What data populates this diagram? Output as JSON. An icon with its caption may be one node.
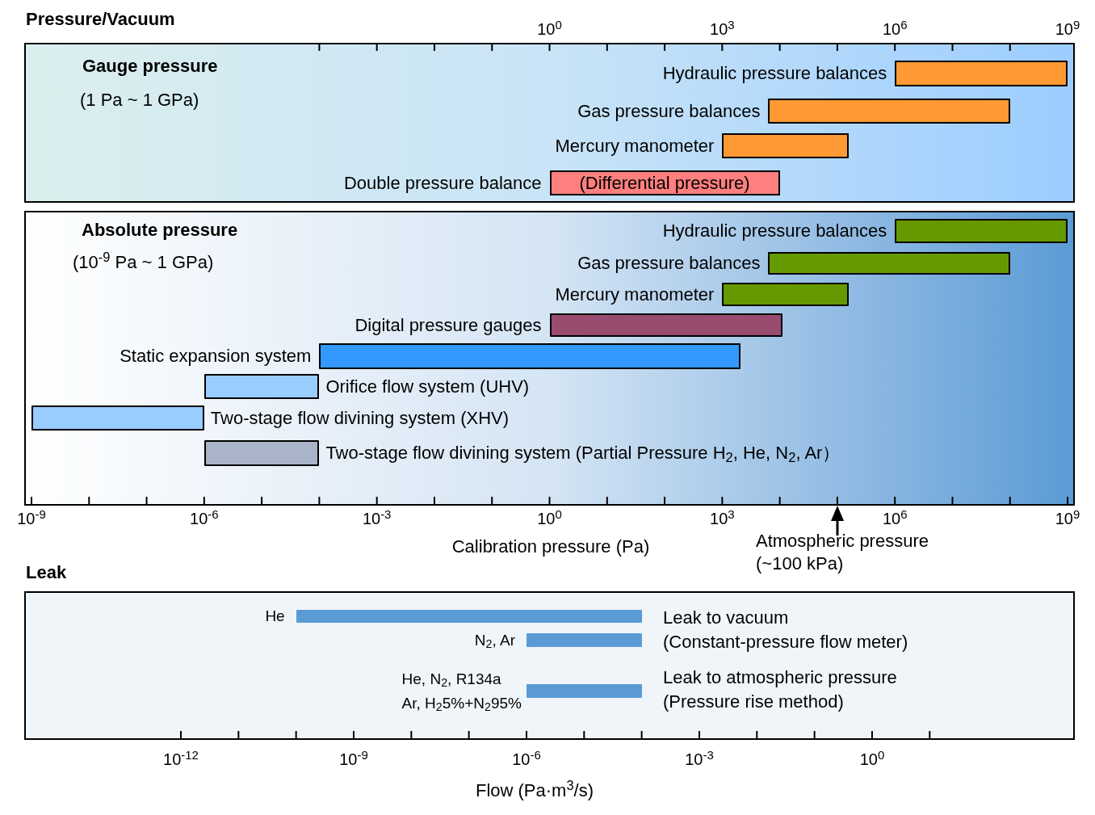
{
  "diagram": {
    "nodes": [
      {
        "text": [
          "Gauge pressure",
          "(1 Pa ~ 1 GPa)"
        ]
      },
      {
        "text": [],
        "shape": "bar",
        "beside": [
          "Hydraulic pressure balances"
        ],
        "in": 0
      },
      {
        "text": [],
        "shape": "bar",
        "beside": [
          "Gas pressure balances"
        ],
        "in": 0
      },
      {
        "text": [],
        "shape": "bar",
        "beside": [
          "Mercury manometer"
        ],
        "in": 0
      },
      {
        "text": [
          "(Differential pressure)"
        ],
        "beside": [
          "Double pressure balance"
        ],
        "in": 0
      },
      {
        "text": [
          "Absolute pressure",
          "(10$^{-9}$ Pa ~ 1 GPa)"
        ]
      },
      {
        "text": [],
        "shape": "bar",
        "beside": [
          "Hydraulic pressure balances"
        ],
        "in": 5
      },
      {
        "text": [],
        "shape": "bar",
        "beside": [
          "Gas pressure balances"
        ],
        "in": 5
      },
      {
        "text": [],
        "shape": "bar",
        "beside": [
          "Mercury manometer"
        ],
        "in": 5
      },
      {
        "text": [],
        "shape": "bar",
        "beside": [
          "Digital pressure gauges"
        ],
        "in": 5
      },
      {
        "text": [],
        "shape": "bar",
        "beside": [
          "Static expansion system"
        ],
        "in": 5
      },
      {
        "text": [],
        "shape": "bar",
        "beside": [
          "Orifice flow system (UHV)"
        ],
        "in": 5
      },
      {
        "text": [],
        "shape": "bar",
        "beside": [
          "Two-stage flow divining system (XHV)"
        ],
        "in": 5
      },
      {
        "text": [],
        "shape": "bar",
        "beside": [
          "Two-stage flow divining system (Partial Pressure H$_{2}$, He, N$_{2}$, Ar）"
        ],
        "in": 5
      },
      {
        "text": [],
        "shape": "box"
      },
      {
        "text": [],
        "shape": "bar",
        "beside": [
          "He"
        ],
        "in": 14
      },
      {
        "text": [],
        "shape": "bar",
        "beside": [
          "N$_{2}$, Ar"
        ],
        "in": 14
      },
      {
        "text": [],
        "shape": "bar",
        "beside": [
          "He, N$_{2}$, R134a",
          "Ar, H$_{2}$5%+N$_{2}$95%"
        ],
        "in": 14
      }
    ],
    "labels": [
      "Pressure/Vacuum",
      "10$^{0}$",
      "10$^{3}$",
      "10$^{6}$",
      "10$^{9}$",
      "10$^{-9}$",
      "10$^{-6}$",
      "10$^{-3}$",
      "10$^{0}$",
      "10$^{3}$",
      "10$^{6}$",
      "10$^{9}$",
      "Calibration pressure (Pa)",
      "Leak",
      "Atmospheric pressure (~100 kPa)",
      "Leak to vacuum",
      "(Constant-pressure flow meter)",
      "Leak to atmospheric pressure",
      "(Pressure rise method)",
      "10$^{-12}$",
      "10$^{-9}$",
      "10$^{-6}$",
      "10$^{-3}$",
      "10$^{0}$",
      "Flow (Pa·m$^{3}$/s)"
    ]
  }
}
